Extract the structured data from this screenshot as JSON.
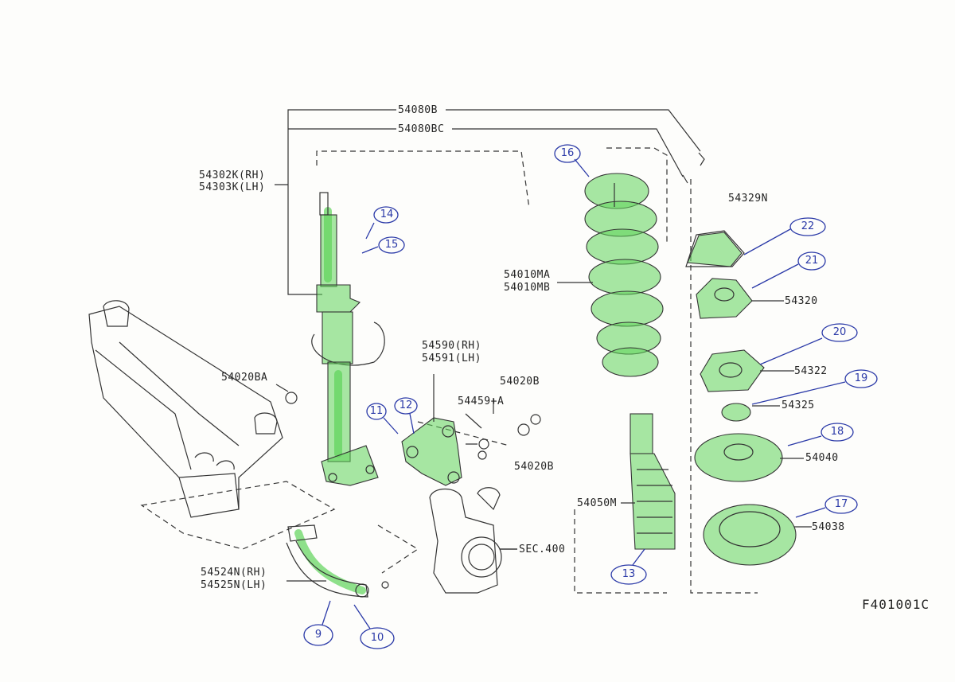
{
  "labels": {
    "l54080b": "54080B",
    "l54080bc": "54080BC",
    "l54302k": "54302K(RH)",
    "l54303k": "54303K(LH)",
    "l54329n": "54329N",
    "l54010ma": "54010MA",
    "l54010mb": "54010MB",
    "l54320": "54320",
    "l54322": "54322",
    "l54325": "54325",
    "l54040": "54040",
    "l54038": "54038",
    "l54050m": "54050M",
    "l54020ba": "54020BA",
    "l54590": "54590(RH)",
    "l54591": "54591(LH)",
    "l54459": "54459+A",
    "l54020bt": "54020B",
    "l54020bb": "54020B",
    "lsec": "SEC.400",
    "l54524": "54524N(RH)",
    "l54525": "54525N(LH)"
  },
  "callouts": {
    "c9": "9",
    "c10": "10",
    "c11": "11",
    "c12": "12",
    "c13": "13",
    "c14": "14",
    "c15": "15",
    "c16": "16",
    "c17": "17",
    "c18": "18",
    "c19": "19",
    "c20": "20",
    "c21": "21",
    "c22": "22"
  },
  "figure_code": "F401001C",
  "colors": {
    "highlight": "#5ed35a",
    "ink": "#333333",
    "pen": "#2b3aa8"
  }
}
